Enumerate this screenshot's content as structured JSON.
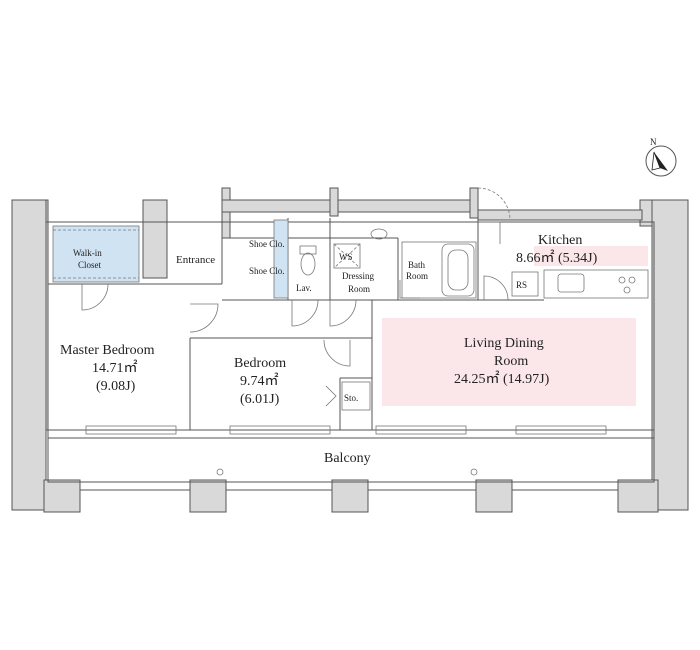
{
  "colors": {
    "closet_fill": "#cfe3f2",
    "living_highlight": "#fbe7ea",
    "wall_fill": "#d9d9d9",
    "line": "#555555"
  },
  "compass": {
    "label": "N",
    "icon": "north-arrow-icon"
  },
  "rooms": {
    "walk_in_closet": {
      "line1": "Walk-in",
      "line2": "Closet"
    },
    "entrance": {
      "label": "Entrance"
    },
    "shoe_closet_1": {
      "label": "Shoe Clo."
    },
    "shoe_closet_2": {
      "label": "Shoe Clo."
    },
    "lavatory": {
      "label": "Lav."
    },
    "ws": {
      "label": "WS"
    },
    "dressing_room": {
      "line1": "Dressing",
      "line2": "Room"
    },
    "bath_room": {
      "line1": "Bath",
      "line2": "Room"
    },
    "kitchen": {
      "name": "Kitchen",
      "area": "8.66㎡ (5.34J)"
    },
    "rs": {
      "label": "RS"
    },
    "master_bedroom": {
      "name": "Master Bedroom",
      "area": "14.71㎡",
      "jo": "(9.08J)"
    },
    "bedroom": {
      "name": "Bedroom",
      "area": "9.74㎡",
      "jo": "(6.01J)"
    },
    "storage": {
      "label": "Sto."
    },
    "living_dining": {
      "line1": "Living Dining",
      "line2": "Room",
      "area": "24.25㎡ (14.97J)"
    },
    "balcony": {
      "label": "Balcony"
    }
  }
}
